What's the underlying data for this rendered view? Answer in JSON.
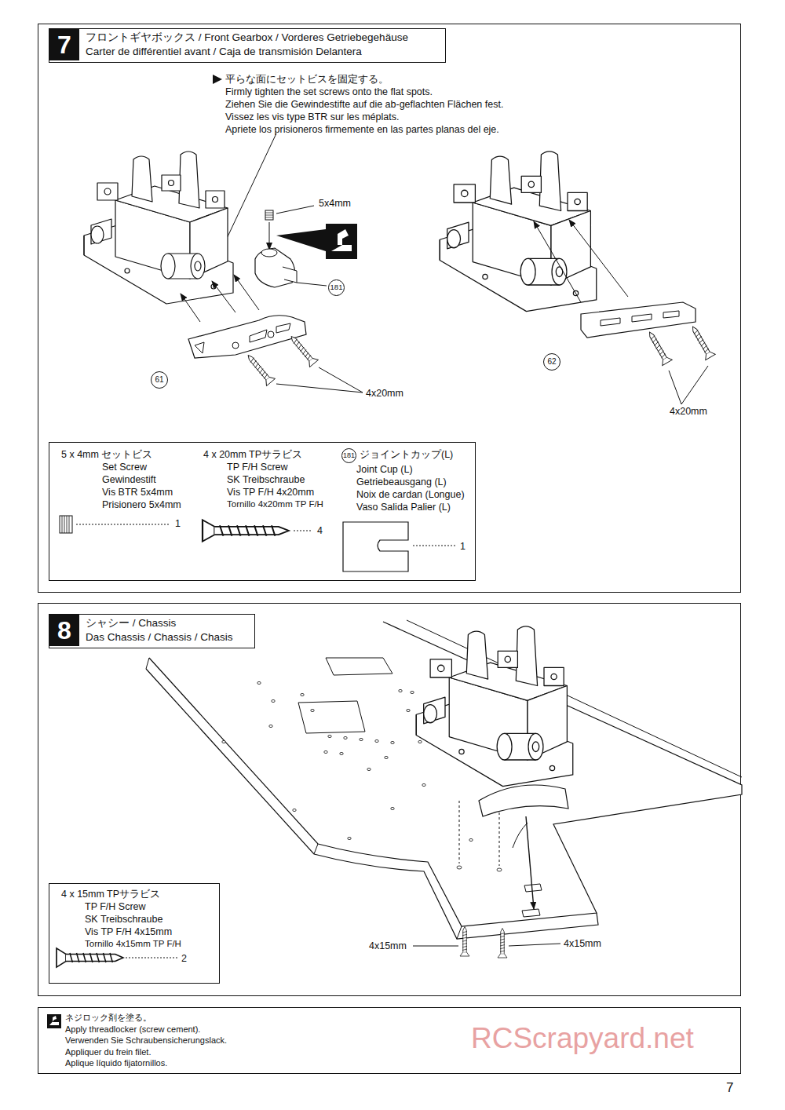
{
  "diagram": {
    "nodes": [
      {
        "text": [
          "7",
          "フロントギヤボックス / Front Gearbox / Vorderes Getriebegehäuse",
          "Carter de différentiel avant / Caja de transmisión Delantera"
        ]
      },
      {
        "text": [
          "5 x 4mm セットビス",
          "Set Screw",
          "Gewindestift",
          "Vis BTR 5x4mm",
          "Prisionero 5x4mm",
          "1",
          "4 x 20mm TPサラビス",
          "TP F/H Screw",
          "SK Treibschraube",
          "Vis TP F/H 4x20mm",
          "Tornillo 4x20mm TP F/H",
          "4",
          "181",
          "ジョイントカップ(L)",
          "Joint Cup (L)",
          "Getriebeausgang (L)",
          "Noix de cardan (Longue)",
          "Vaso Salida Palier (L)",
          "1"
        ]
      },
      {
        "text": [
          "8",
          "シャシー / Chassis",
          "Das Chassis / Chassis / Chasis"
        ]
      },
      {
        "text": [
          "4 x 15mm TPサラビス",
          "TP F/H Screw",
          "SK Treibschraube",
          "Vis TP F/H 4x15mm",
          "Tornillo 4x15mm TP F/H",
          "2"
        ]
      },
      {
        "text": [
          "ネジロック剤を塗る。",
          "Apply threadlocker (screw cement).",
          "Verwenden Sie Schraubensicherungslack.",
          "Appliquer du frein filet.",
          "Aplique líquido fijatornillos."
        ]
      }
    ],
    "labels": [
      "平らな面にセットビスを固定する。",
      "Firmly tighten the set screws onto the flat spots.",
      "Ziehen Sie die Gewindestifte auf die ab-geflachten Flächen fest.",
      "Vissez les vis type BTR sur les méplats.",
      "Apriete los prisioneros firmemente en las partes planas del eje.",
      "5x4mm",
      "181",
      "61",
      "4x20mm",
      "62",
      "4x20mm",
      "4x15mm",
      "4x15mm",
      "RCScrapyard.net",
      "7"
    ]
  }
}
